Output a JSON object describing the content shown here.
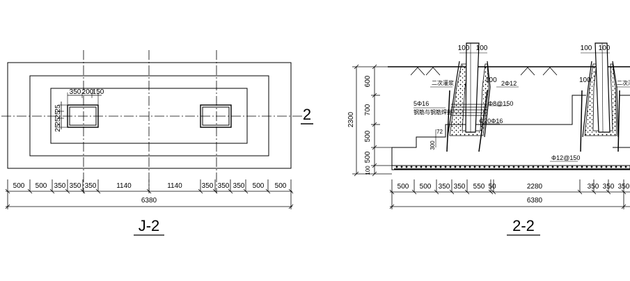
{
  "plan": {
    "title": "J-2",
    "section_mark": "2",
    "dims_bottom": [
      "500",
      "500",
      "350",
      "350",
      "350",
      "1140",
      "1140",
      "350",
      "350",
      "350",
      "500",
      "500"
    ],
    "dim_total": "6380",
    "dims_top_block": [
      "350",
      "200",
      "150"
    ],
    "dims_left_block": [
      "25",
      "25",
      "25",
      "25"
    ]
  },
  "section": {
    "title": "2-2",
    "dims_left": [
      "600",
      "700",
      "500",
      "500",
      "100"
    ],
    "dim_overall_height": "2300",
    "dims_bottom": [
      "500",
      "500",
      "350",
      "350",
      "550",
      "50",
      "2280",
      "350",
      "350",
      "350"
    ],
    "dim_total": "6380",
    "top_left_dims": [
      "100",
      "100"
    ],
    "top_right_dims": [
      "100",
      "100"
    ],
    "label_100": "100",
    "label_100_right": "100",
    "label_grout": "二次灌浆",
    "label_grout_right": "二次灌",
    "label_2phi12": "2Φ12",
    "label_5phi16": "5Φ16",
    "label_anchor": "钢筋与钢筋焊接",
    "label_phi8_150": "Φ8@150",
    "label_phi20_16": "Φ20Φ16",
    "label_300": "300",
    "label_72": "72",
    "label_phi12_150": "Φ12@150"
  }
}
